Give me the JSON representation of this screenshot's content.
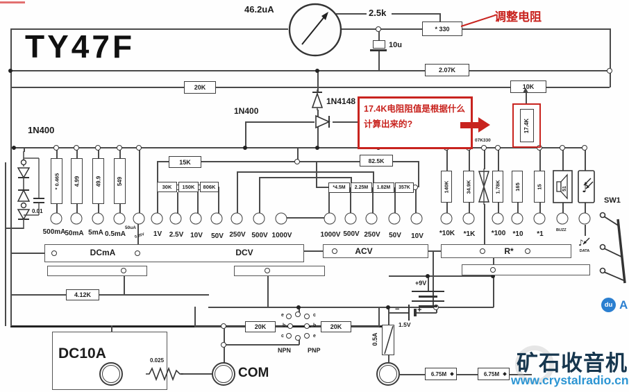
{
  "colors": {
    "red": "#c8231e",
    "navy": "#16364e",
    "blue": "#2c95d3",
    "wire": "#4a4a4a"
  },
  "top": {
    "logo": "TY47F",
    "meter_current": "46.2uA",
    "meter_res": "2.5k",
    "adjust_r": "* 330",
    "adjust_label": "调整电阻",
    "cap": "10u",
    "r_207": "2.07K",
    "r_20k": "20K",
    "r_10k": "10K"
  },
  "note": {
    "line1": "17.4K电阻阻值是根据什么",
    "line2": "计算出来的?",
    "r174": "17.4K",
    "marking": "07K330"
  },
  "diodes": {
    "left": "1N400",
    "mid": "1N400",
    "top": "1N4148"
  },
  "dcma": {
    "section": "DCmA",
    "r": [
      "* 0.465",
      "4.99",
      "49.9",
      "549"
    ],
    "cap": "0.01",
    "t": [
      "500mA",
      "50mA",
      "5mA",
      "0.5mA"
    ],
    "sup": "50uA",
    "tiny": "0.25V"
  },
  "dcv": {
    "section": "DCV",
    "r_top": "15K",
    "r": [
      "30K",
      "150K",
      "806K"
    ],
    "t": [
      "1V",
      "2.5V",
      "10V",
      "50V",
      "250V",
      "500V",
      "1000V"
    ]
  },
  "acv": {
    "section": "ACV",
    "r_top": "82.5K",
    "r": [
      "*4.5M",
      "2.25M",
      "1.82M",
      "357K"
    ],
    "t": [
      "1000V",
      "500V",
      "250V",
      "50V",
      "10V"
    ]
  },
  "ohm": {
    "section": "R*",
    "r": [
      "140K",
      "34.9K",
      "1.78K",
      "165",
      "15"
    ],
    "speaker": "51",
    "t": [
      "*10K",
      "*1K",
      "*100",
      "*10",
      "*1"
    ],
    "buzz": "BUZZ",
    "data_label": "DATA"
  },
  "power": {
    "v9": "+9V",
    "v15": "1.5V",
    "fuse": "0.5A",
    "minus": "−",
    "plus": "+"
  },
  "tr": {
    "r_left": "20K",
    "r_right": "20K",
    "npn": "NPN",
    "pnp": "PNP",
    "pins_left": [
      "e",
      "b",
      "c"
    ],
    "pins_right": [
      "c",
      "b",
      "e"
    ]
  },
  "bottom": {
    "r412": "4.12K",
    "dc10a": "DC10A",
    "shunt": "0.025",
    "com": "COM",
    "r675a": "6.75M",
    "r675b": "6.75M"
  },
  "sw": {
    "label": "SW1"
  },
  "wm": {
    "cn": "矿石收音机",
    "url": "www.crystalradio.cn",
    "badge": "du",
    "partial": "A"
  }
}
